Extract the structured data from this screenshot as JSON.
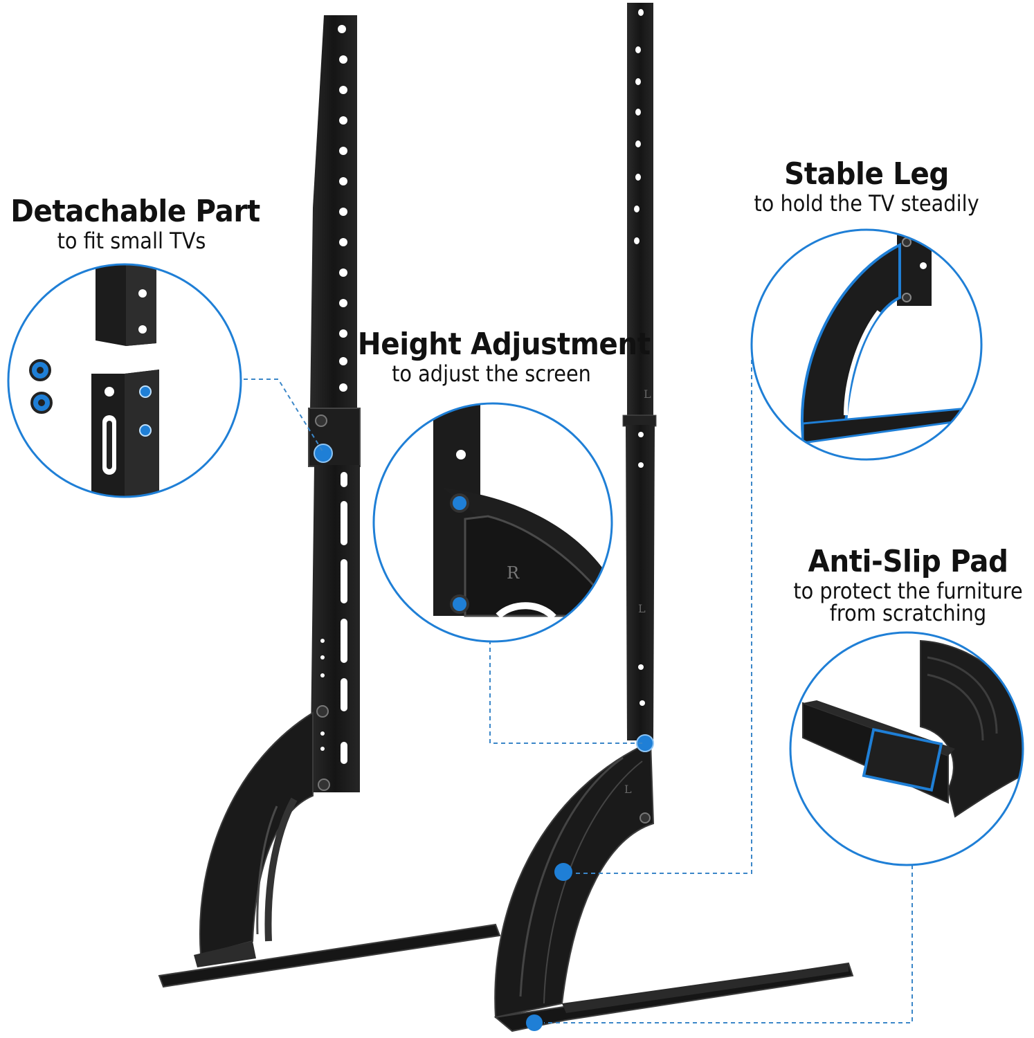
{
  "features": {
    "detachable": {
      "title": "Detachable Part",
      "subtitle": "to fit small TVs"
    },
    "height": {
      "title": "Height Adjustment",
      "subtitle": "to adjust the screen"
    },
    "stable": {
      "title": "Stable Leg",
      "subtitle": "to hold the TV steadily"
    },
    "antislip": {
      "title": "Anti-Slip Pad",
      "subtitle": "to protect the furniture",
      "subtitle2": "from scratching"
    }
  },
  "markings": {
    "left": "L",
    "right": "R"
  },
  "colors": {
    "accent": "#1f7fd6",
    "metal": "#1b1b1b",
    "ring": "#1f7fd6"
  }
}
